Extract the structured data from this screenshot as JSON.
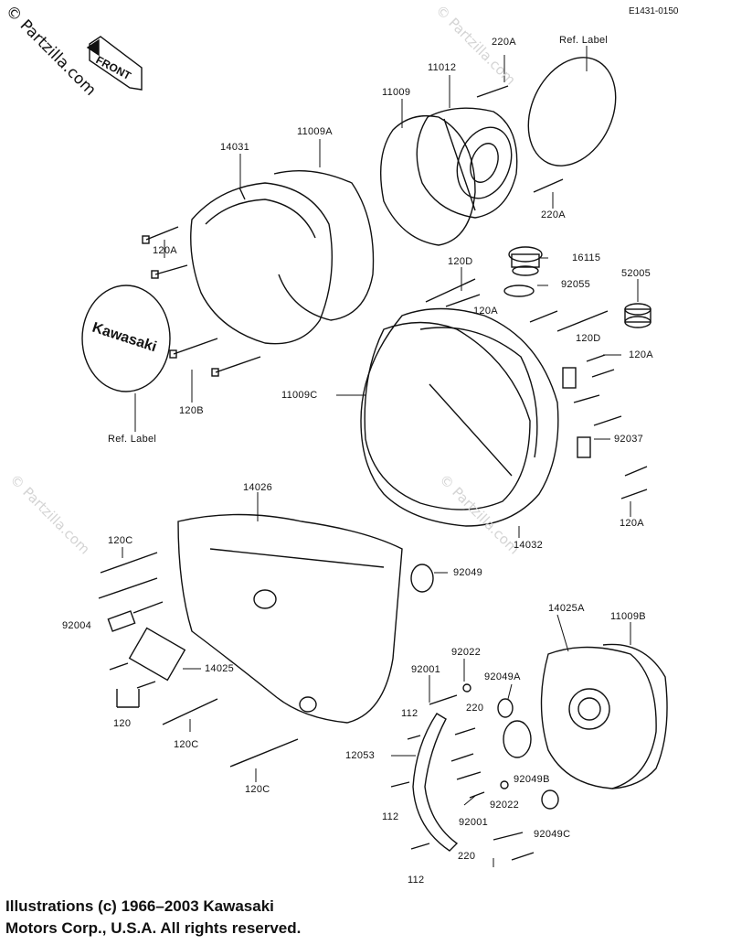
{
  "diagram_code": "E1431-0150",
  "watermark": "© Partzilla.com",
  "front_tag": "FRONT",
  "brand_text": "Kawasaki",
  "labels": {
    "p220A_top": "220A",
    "ref_label_top": "Ref. Label",
    "p11012": "11012",
    "p11009": "11009",
    "p14031": "14031",
    "p11009A": "11009A",
    "p220A_mid": "220A",
    "p120A_left": "120A",
    "p16115": "16115",
    "p120D_top": "120D",
    "p92055": "92055",
    "p52005": "52005",
    "p120A_mid": "120A",
    "p120D_right": "120D",
    "p120A_right": "120A",
    "p11009C": "11009C",
    "p120B": "120B",
    "ref_label_left": "Ref. Label",
    "p92037": "92037",
    "p120A_low": "120A",
    "p14026": "14026",
    "p14032": "14032",
    "p120C_top": "120C",
    "p92049": "92049",
    "p92004": "92004",
    "p14025A": "14025A",
    "p11009B": "11009B",
    "p14025": "14025",
    "p92022_top": "92022",
    "p92001_top": "92001",
    "p92049A": "92049A",
    "p120": "120",
    "p112_top": "112",
    "p220_top": "220",
    "p120C_mid": "120C",
    "p12053": "12053",
    "p92049B": "92049B",
    "p120C_low": "120C",
    "p92022_low": "92022",
    "p112_mid": "112",
    "p92001_low": "92001",
    "p92049C": "92049C",
    "p220_low": "220",
    "p112_low": "112"
  },
  "copyright": {
    "line1": "Illustrations (c) 1966–2003 Kawasaki",
    "line2": "Motors Corp., U.S.A.  All rights reserved."
  }
}
